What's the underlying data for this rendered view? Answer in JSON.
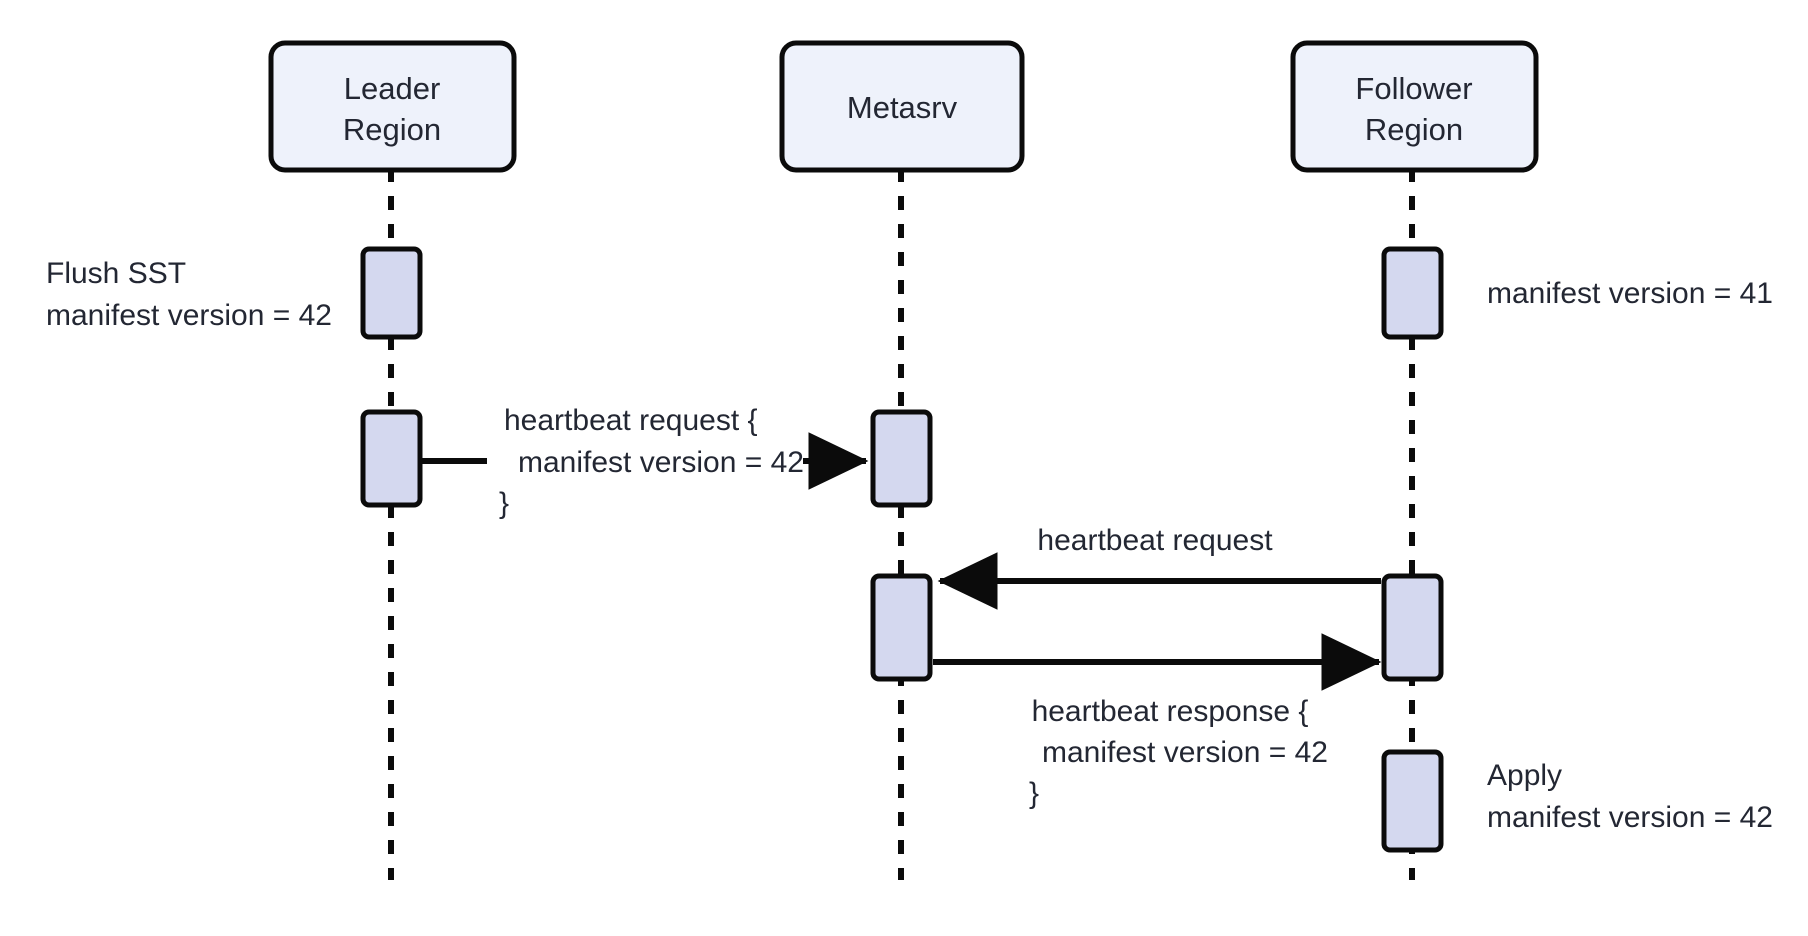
{
  "diagram": {
    "type": "sequence-diagram",
    "background_color": "#ffffff",
    "participant_fill": "#eef2fb",
    "activation_fill": "#d4d8ef",
    "stroke_color": "#0b0b0b",
    "text_color": "#232733"
  },
  "participants": [
    {
      "id": "leader",
      "name": "Leader Region",
      "line1": "Leader",
      "line2": "Region"
    },
    {
      "id": "metasrv",
      "name": "Metasrv",
      "line1": "Metasrv",
      "line2": ""
    },
    {
      "id": "follower",
      "name": "Follower Region",
      "line1": "Follower",
      "line2": "Region"
    }
  ],
  "notes": [
    {
      "id": "note-flush-sst",
      "target": "leader",
      "side": "left",
      "line1": "Flush SST",
      "line2": "manifest version = 42"
    },
    {
      "id": "note-follower-version",
      "target": "follower",
      "side": "right",
      "line1": "manifest version = 41",
      "line2": ""
    },
    {
      "id": "note-apply",
      "target": "follower",
      "side": "right",
      "line1": "Apply",
      "line2": "manifest version = 42"
    }
  ],
  "messages": [
    {
      "id": "msg-leader-to-metasrv",
      "from": "leader",
      "to": "metasrv",
      "direction": "right",
      "arrow": "solid",
      "label_line1": "heartbeat request {",
      "label_line2": "manifest version = 42",
      "label_line3": "}"
    },
    {
      "id": "msg-follower-to-metasrv",
      "from": "follower",
      "to": "metasrv",
      "direction": "left",
      "arrow": "solid",
      "label_line1": "heartbeat request",
      "label_line2": "",
      "label_line3": ""
    },
    {
      "id": "msg-metasrv-to-follower",
      "from": "metasrv",
      "to": "follower",
      "direction": "right",
      "arrow": "solid",
      "label_line1": "heartbeat response {",
      "label_line2": "manifest version = 42",
      "label_line3": "}"
    }
  ]
}
